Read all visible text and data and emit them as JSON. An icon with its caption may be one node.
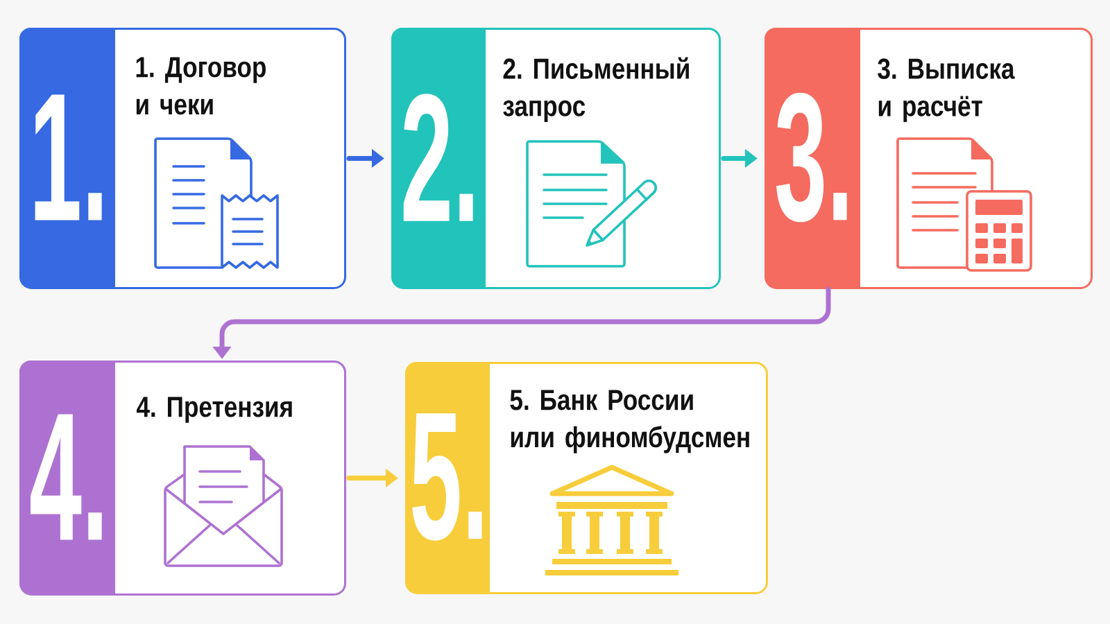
{
  "diagram": {
    "nodes": [
      {
        "text": [
          "1.",
          "1. Договор и чеки"
        ]
      },
      {
        "text": [
          "2.",
          "2. Письменный запрос"
        ]
      },
      {
        "text": [
          "3.",
          "3. Выписка и расчёт"
        ]
      },
      {
        "text": [
          "4.",
          "4. Претензия"
        ]
      },
      {
        "text": [
          "5.",
          "5. Банк России или финомбудсмен"
        ]
      }
    ],
    "edges": [
      {
        "from": 0,
        "to": 1,
        "arrow": "to",
        "color": "#3669e2"
      },
      {
        "from": 1,
        "to": 2,
        "arrow": "to",
        "color": "#22c3bb"
      },
      {
        "from": 2,
        "to": 3,
        "arrow": "to",
        "color": "#ad72d1"
      },
      {
        "from": 3,
        "to": 4,
        "arrow": "to",
        "color": "#f7cd3b"
      }
    ]
  }
}
